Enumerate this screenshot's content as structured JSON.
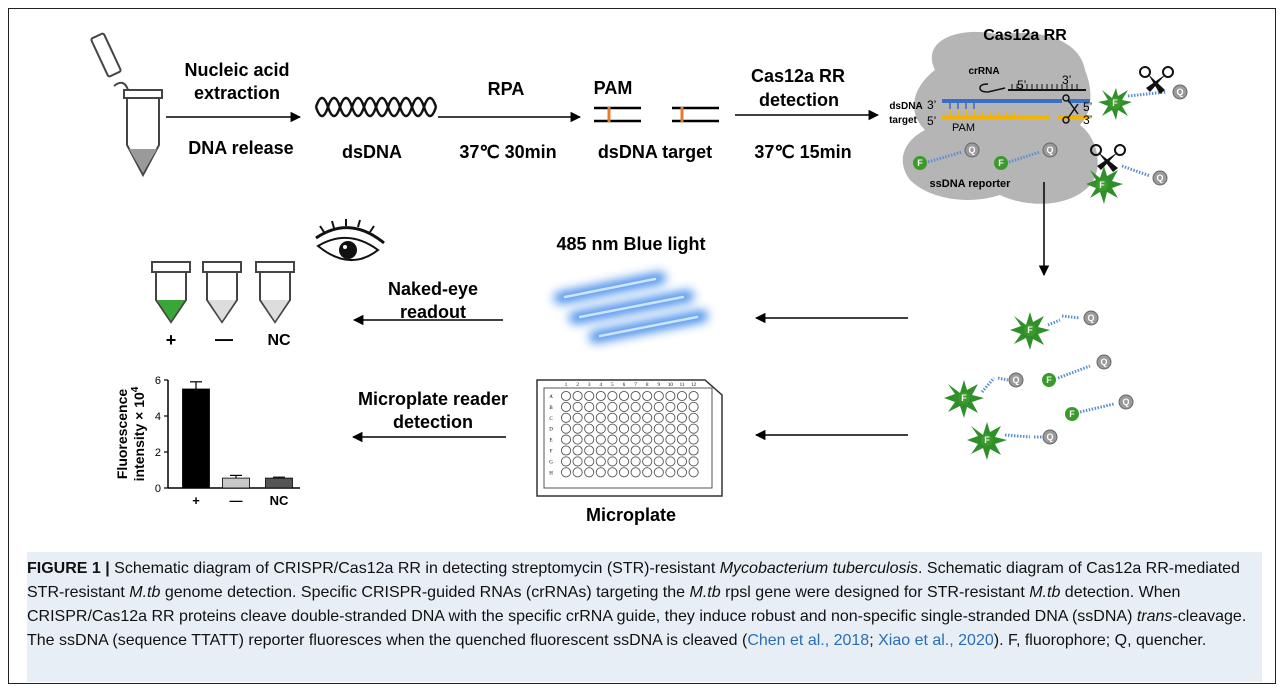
{
  "labels": {
    "nucleic_acid_extraction": "Nucleic acid extraction",
    "nucleic_acid_line1": "Nucleic acid",
    "nucleic_acid_line2": "extraction",
    "dna_release": "DNA release",
    "dsdna": "dsDNA",
    "rpa": "RPA",
    "rpa_condition": "37℃ 30min",
    "pam_top": "PAM",
    "dsdna_target": "dsDNA target",
    "cas12a_detection_line1": "Cas12a RR",
    "cas12a_detection_line2": "detection",
    "cas12a_condition": "37℃ 15min",
    "cas12a_rr": "Cas12a RR",
    "crrna": "crRNA",
    "five_prime": "5’",
    "three_prime": "3’",
    "dsdna_target_line1": "dsDNA",
    "dsdna_target_line2": "target",
    "pam_inner": "PAM",
    "ssdna_reporter": "ssDNA reporter",
    "blue_light": "485 nm Blue light",
    "naked_eye_line1": "Naked-eye",
    "naked_eye_line2": "readout",
    "tube_plus": "+",
    "tube_minus": "—",
    "tube_nc": "NC",
    "microplate_reader_line1": "Microplate reader",
    "microplate_reader_line2": "detection",
    "microplate": "Microplate",
    "fluorophore": "F",
    "quencher": "Q"
  },
  "chart_data": {
    "type": "bar",
    "categories": [
      "+",
      "—",
      "NC"
    ],
    "values": [
      5.5,
      0.55,
      0.55
    ],
    "errors": [
      0.4,
      0.15,
      0.05
    ],
    "colors": [
      "#000000",
      "#c8c8c8",
      "#555555"
    ],
    "ylabel_line1": "Fluorescence",
    "ylabel_line2": "intensity × 10",
    "ylabel_exp": "4",
    "ylim": [
      0,
      6
    ],
    "yticks": [
      "0",
      "2",
      "4",
      "6"
    ]
  },
  "plate": {
    "columns": [
      "1",
      "2",
      "3",
      "4",
      "5",
      "6",
      "7",
      "8",
      "9",
      "10",
      "11",
      "12"
    ],
    "rows": [
      "A",
      "B",
      "C",
      "D",
      "E",
      "F",
      "G",
      "H"
    ]
  },
  "caption": {
    "fig_label": "FIGURE 1 |",
    "t1": " Schematic diagram of CRISPR/Cas12a RR in detecting streptomycin (STR)-resistant ",
    "i1": "Mycobacterium tuberculosis",
    "t2": ". Schematic diagram of Cas12a RR-mediated STR-resistant ",
    "i2": "M.tb",
    "t3": " genome detection. Specific CRISPR-guided RNAs (crRNAs) targeting the ",
    "i3": "M.tb",
    "t4": " rpsl gene were designed for STR-resistant ",
    "i4": "M.tb",
    "t5": " detection. When CRISPR/Cas12a RR proteins cleave double-stranded DNA with the specific crRNA guide, they induce robust and non-specific single-stranded DNA (ssDNA) ",
    "i5": "trans",
    "t6": "-cleavage. The ssDNA (sequence TTATT) reporter fluoresces when the quenched fluorescent ssDNA is cleaved (",
    "c1": "Chen et al., 2018",
    "t7": "; ",
    "c2": "Xiao et al., 2020",
    "t8": "). F, fluorophore; Q, quencher."
  },
  "colors": {
    "pam_mark": "#e87b2a",
    "crrna_blue": "#3b6fc4",
    "target_yellow": "#f2b400",
    "protein_gray": "#b5b5b5",
    "fluor_green": "#3a9a2a",
    "burst_green": "#2f8f2a",
    "reporter_blue": "#5b8fd4",
    "quencher_gray": "#9a9a9a",
    "glow_blue": "#2f7fe8",
    "tube_green": "#3aa63a",
    "caption_bg": "#e8eef5"
  }
}
